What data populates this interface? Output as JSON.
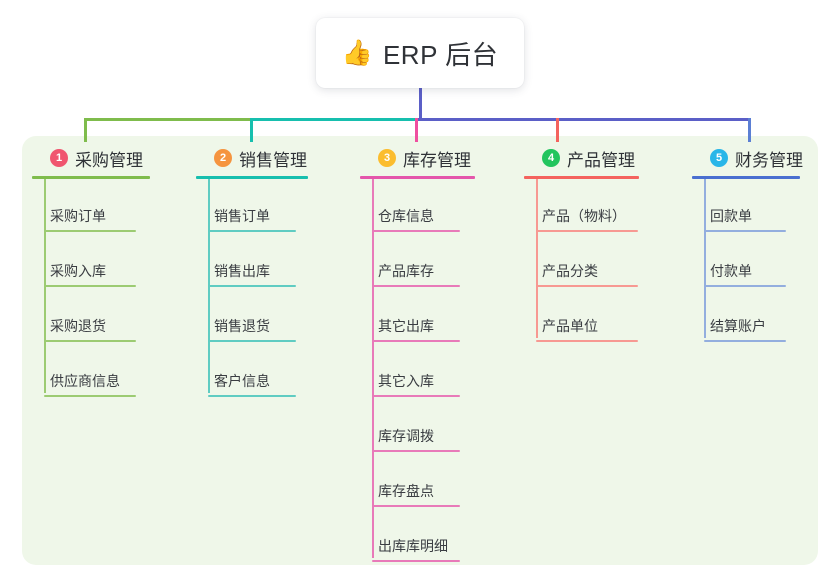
{
  "root": {
    "emoji": "👍",
    "emoji_name": "thumbs-up-icon",
    "title": "ERP 后台"
  },
  "colors": {
    "panel_bg": "#eff7e9",
    "page_bg": "#ffffff",
    "card_bg": "#ffffff",
    "text": "#2f3237",
    "bus_left_green": "#7fbc4c",
    "bus_teal": "#17bfae",
    "bus_blue": "#5b5fc7",
    "drop_pink": "#ef4fa0",
    "drop_red": "#f4635e",
    "drop_blue": "#5b7fd4"
  },
  "columns": [
    {
      "index": "1",
      "title": "采购管理",
      "badge_color": "#f0556f",
      "rule_color": "#7fbc4c",
      "line_color": "#9ccb72",
      "connector_color": "#7fbc4c",
      "items": [
        {
          "label": "采购订单"
        },
        {
          "label": "采购入库"
        },
        {
          "label": "采购退货"
        },
        {
          "label": "供应商信息"
        }
      ]
    },
    {
      "index": "2",
      "title": "销售管理",
      "badge_color": "#f5943f",
      "rule_color": "#17bfae",
      "line_color": "#5fccc2",
      "connector_color": "#17bfae",
      "items": [
        {
          "label": "销售订单"
        },
        {
          "label": "销售出库"
        },
        {
          "label": "销售退货"
        },
        {
          "label": "客户信息"
        }
      ]
    },
    {
      "index": "3",
      "title": "库存管理",
      "badge_color": "#fbbd2e",
      "rule_color": "#e456ab",
      "line_color": "#e87ab9",
      "connector_color": "#ef4fa0",
      "items": [
        {
          "label": "仓库信息"
        },
        {
          "label": "产品库存"
        },
        {
          "label": "其它出库"
        },
        {
          "label": "其它入库"
        },
        {
          "label": "库存调拨"
        },
        {
          "label": "库存盘点"
        },
        {
          "label": "出库库明细"
        }
      ]
    },
    {
      "index": "4",
      "title": "产品管理",
      "badge_color": "#22c55e",
      "rule_color": "#f4635e",
      "line_color": "#f79992",
      "connector_color": "#f4635e",
      "items": [
        {
          "label": "产品（物料）"
        },
        {
          "label": "产品分类"
        },
        {
          "label": "产品单位"
        }
      ]
    },
    {
      "index": "5",
      "title": "财务管理",
      "badge_color": "#29b6e8",
      "rule_color": "#4a6fd0",
      "line_color": "#93aede",
      "connector_color": "#5b7fd4",
      "items": [
        {
          "label": "回款单"
        },
        {
          "label": "付款单"
        },
        {
          "label": "结算账户"
        }
      ]
    }
  ]
}
